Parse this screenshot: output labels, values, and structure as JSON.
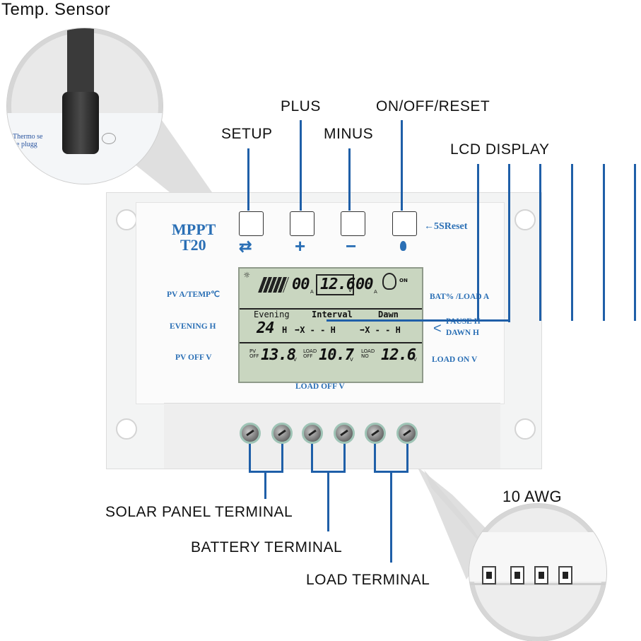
{
  "callouts": {
    "temp_sensor": "Temp.  Sensor",
    "plus": "PLUS",
    "on_off_reset": "ON/OFF/RESET",
    "setup": "SETUP",
    "minus": "MINUS",
    "lcd_display": "LCD  DISPLAY",
    "awg": "10  AWG",
    "solar_panel_terminal": "SOLAR  PANEL  TERMINAL",
    "battery_terminal": "BATTERY  TERMINAL",
    "load_terminal": "LOAD  TERMINAL"
  },
  "device": {
    "brand": "MPPT",
    "model": "T20",
    "reset_hint": "←5SReset",
    "button_symbols": [
      "⇄",
      "+",
      "−",
      "💡"
    ],
    "left_labels": [
      "PV A/TEMP℃",
      "EVENING H",
      "PV OFF V"
    ],
    "right_labels": [
      "BAT% /LOAD A",
      "PAUSE H",
      "DAWN H",
      "LOAD ON  V"
    ],
    "bottom_label": "LOAD OFF V",
    "sensor_label_text": "Thermo se\nbe plugg"
  },
  "lcd": {
    "pv_current": "00",
    "pv_unit": "A",
    "battery_voltage": "12.6",
    "battery_unit": "V",
    "load_current": "00",
    "load_unit": "A",
    "on_label": "ON",
    "evening": "Evening",
    "interval": "Interval",
    "dawn": "Dawn",
    "evening_hours": "24",
    "hour_unit": "H",
    "interval_value": "➡X - - H",
    "dawn_value": "➡X - - H",
    "pv_off_label": "PV\nOFF",
    "pv_off_value": "13.8",
    "load_off_label": "LOAD\nOFF",
    "load_off_value": "10.7",
    "load_no_label": "LOAD\nNO",
    "load_no_value": "12.6",
    "volt_unit": "V"
  },
  "colors": {
    "accent_blue": "#1f5fa8",
    "label_blue": "#2a6fb5",
    "lcd_bg": "#c9d6c0"
  }
}
